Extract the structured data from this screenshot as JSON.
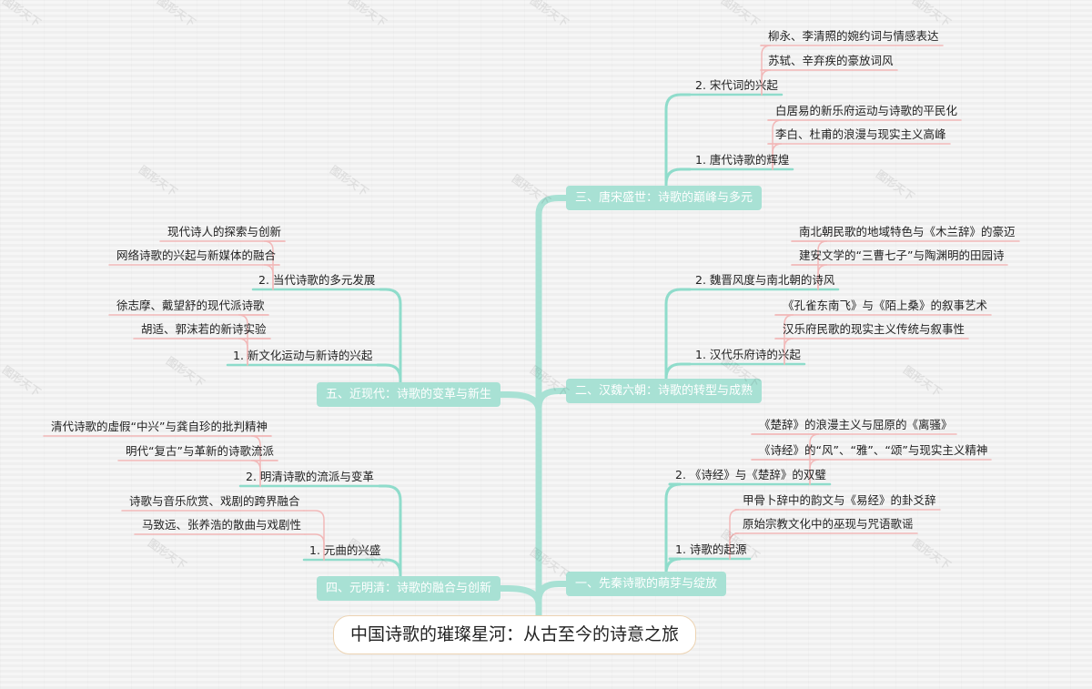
{
  "watermark": "图形天下",
  "root": {
    "label": "中国诗歌的璀璨星河：从古至今的诗意之旅"
  },
  "branches": [
    {
      "id": "b1",
      "side": "right",
      "label": "一、先秦诗歌的萌芽与绽放",
      "subs": [
        {
          "id": "s1",
          "label": "1. 诗歌的起源",
          "leaves": [
            "原始宗教文化中的巫现与咒语歌谣",
            "甲骨卜辞中的韵文与《易经》的卦爻辞"
          ]
        },
        {
          "id": "s2",
          "label": "2. 《诗经》与《楚辞》的双璧",
          "leaves": [
            "《诗经》的“风”、“雅”、“颂”与现实主义精神",
            "《楚辞》的浪漫主义与屈原的《离骚》"
          ]
        }
      ]
    },
    {
      "id": "b2",
      "side": "right",
      "label": "二、汉魏六朝：诗歌的转型与成熟",
      "subs": [
        {
          "id": "s1",
          "label": "1. 汉代乐府诗的兴起",
          "leaves": [
            "汉乐府民歌的现实主义传统与叙事性",
            "《孔雀东南飞》与《陌上桑》的叙事艺术"
          ]
        },
        {
          "id": "s2",
          "label": "2. 魏晋风度与南北朝的诗风",
          "leaves": [
            "建安文学的“三曹七子”与陶渊明的田园诗",
            "南北朝民歌的地域特色与《木兰辞》的豪迈"
          ]
        }
      ]
    },
    {
      "id": "b3",
      "side": "right",
      "label": "三、唐宋盛世：诗歌的巅峰与多元",
      "subs": [
        {
          "id": "s1",
          "label": "1. 唐代诗歌的辉煌",
          "leaves": [
            "李白、杜甫的浪漫与现实主义高峰",
            "白居易的新乐府运动与诗歌的平民化"
          ]
        },
        {
          "id": "s2",
          "label": "2. 宋代词的兴起",
          "leaves": [
            "苏轼、辛弃疾的豪放词风",
            "柳永、李清照的婉约词与情感表达"
          ]
        }
      ]
    },
    {
      "id": "b4",
      "side": "left",
      "label": "四、元明清：诗歌的融合与创新",
      "subs": [
        {
          "id": "s1",
          "label": "1. 元曲的兴盛",
          "leaves": [
            "马致远、张养浩的散曲与戏剧性",
            "诗歌与音乐欣赏、戏剧的跨界融合"
          ]
        },
        {
          "id": "s2",
          "label": "2. 明清诗歌的流派与变革",
          "leaves": [
            "明代“复古”与革新的诗歌流派",
            "清代诗歌的虚假“中兴”与龚自珍的批判精神"
          ]
        }
      ]
    },
    {
      "id": "b5",
      "side": "left",
      "label": "五、近现代：诗歌的变革与新生",
      "subs": [
        {
          "id": "s1",
          "label": "1. 新文化运动与新诗的兴起",
          "leaves": [
            "胡适、郭沫若的新诗实验",
            "徐志摩、戴望舒的现代派诗歌"
          ]
        },
        {
          "id": "s2",
          "label": "2. 当代诗歌的多元发展",
          "leaves": [
            "网络诗歌的兴起与新媒体的融合",
            "现代诗人的探索与创新"
          ]
        }
      ]
    }
  ],
  "colors": {
    "branch": "#a8e1d4",
    "branch_link": "#a8e1d4",
    "sub_link": "#8fdccb",
    "leaf_link": "#f2b8b8",
    "root_border": "#ecd3b2"
  }
}
